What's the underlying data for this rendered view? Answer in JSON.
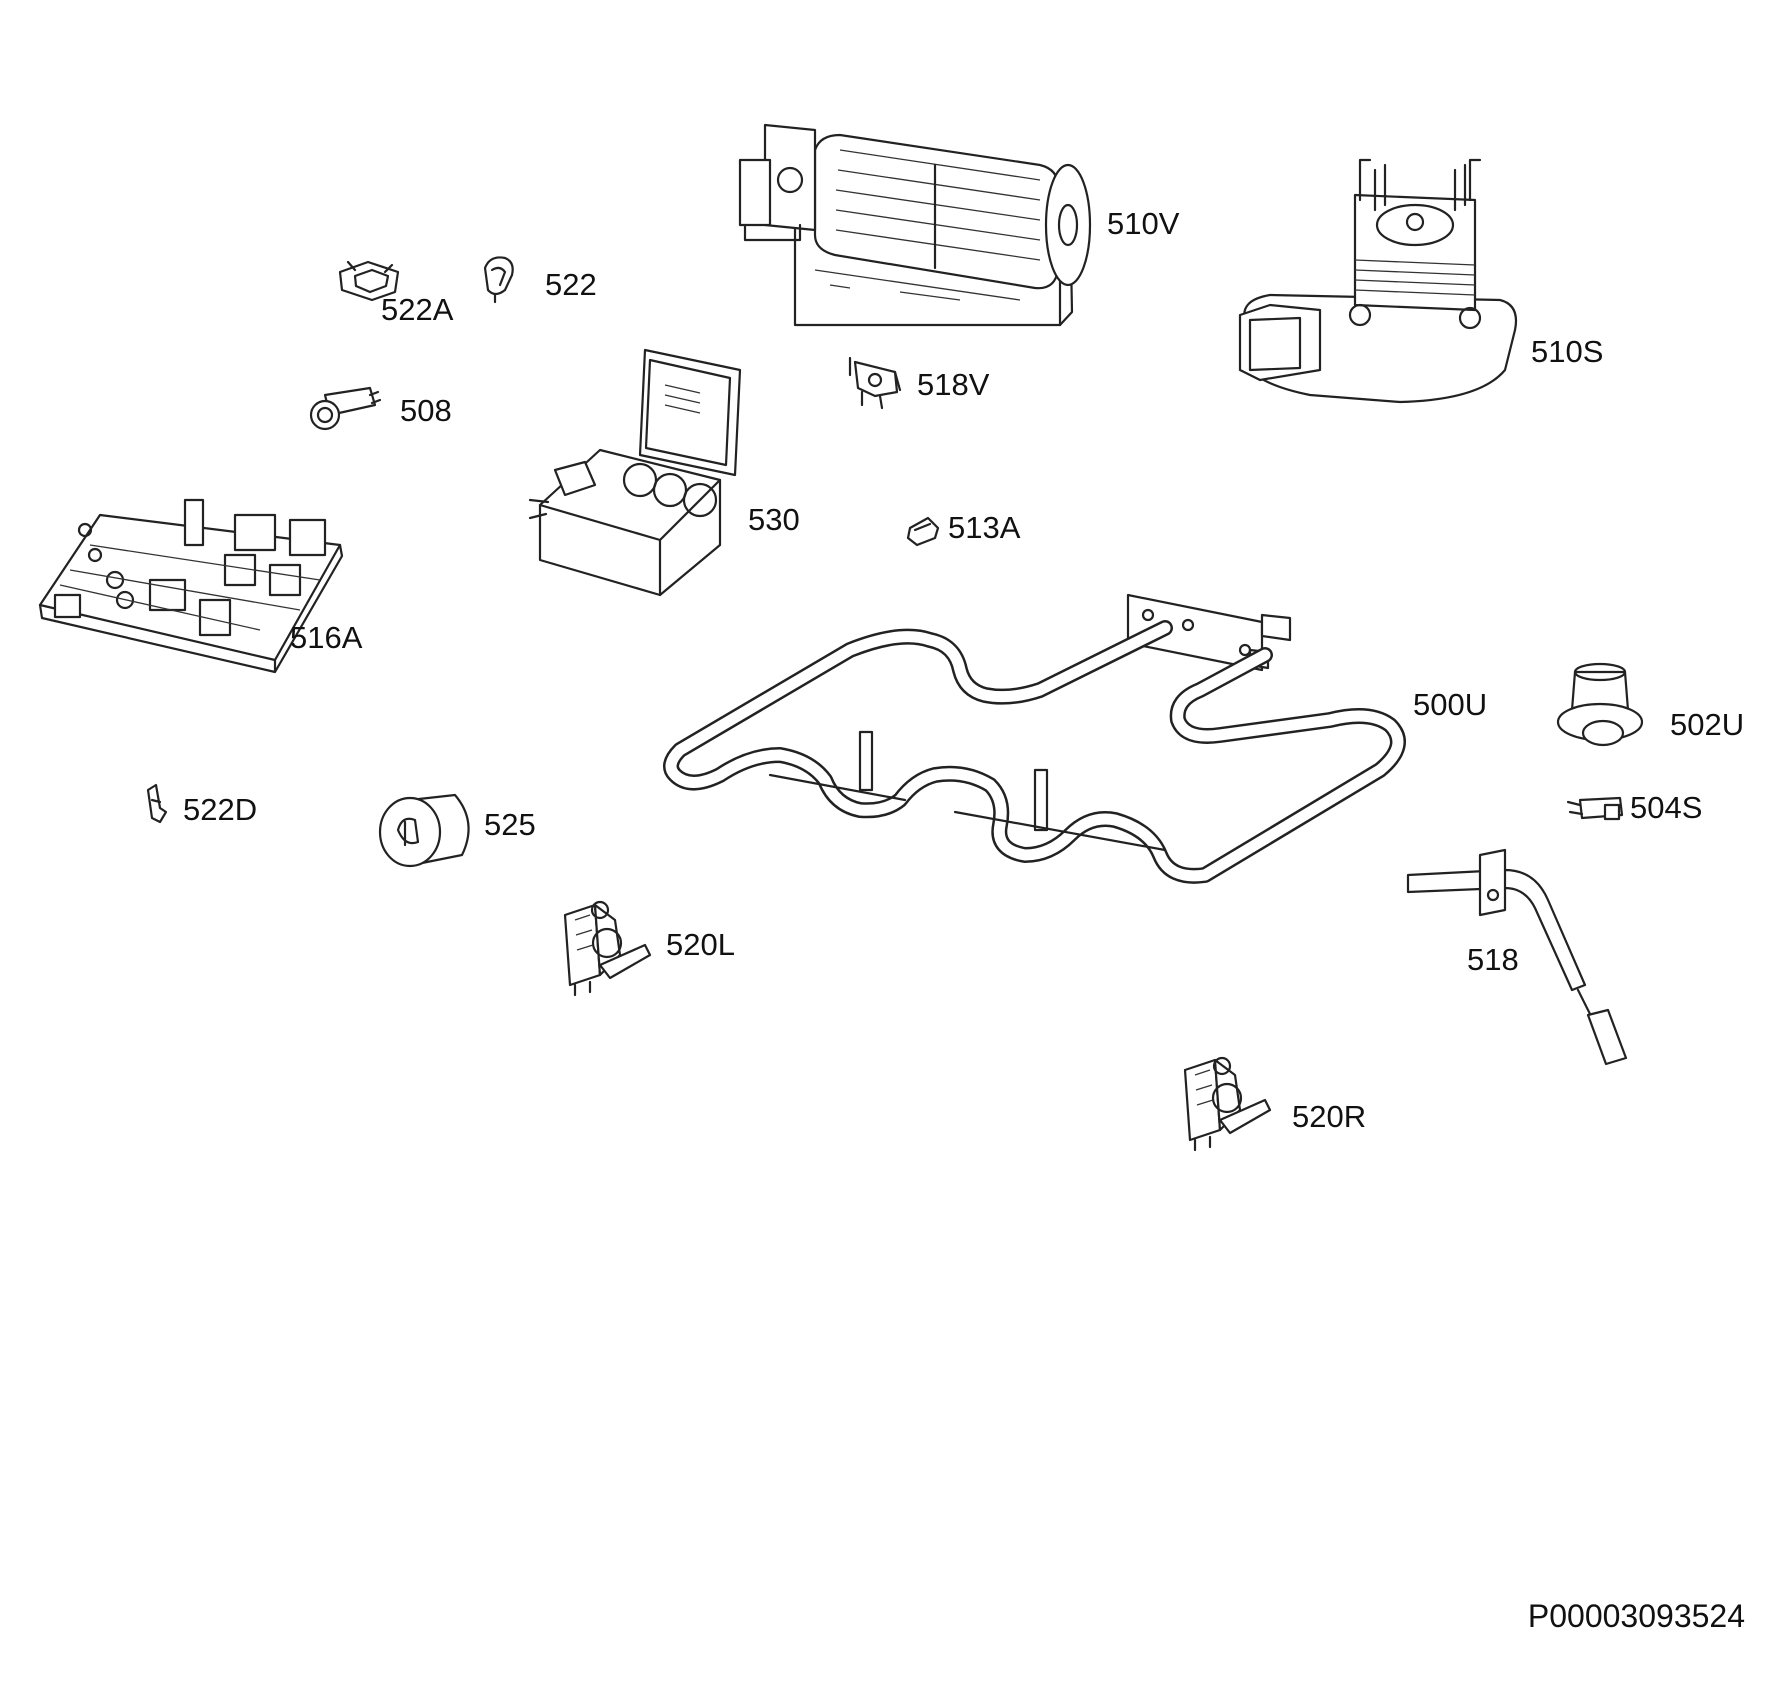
{
  "document_id": "P00003093524",
  "parts": [
    {
      "id": "510V",
      "label": "510V",
      "icon": "tangential-fan-icon"
    },
    {
      "id": "510S",
      "label": "510S",
      "icon": "cooling-fan-motor-icon"
    },
    {
      "id": "522",
      "label": "522",
      "icon": "clip-icon"
    },
    {
      "id": "522A",
      "label": "522A",
      "icon": "bracket-clip-icon"
    },
    {
      "id": "508",
      "label": "508",
      "icon": "indicator-lamp-icon"
    },
    {
      "id": "518V",
      "label": "518V",
      "icon": "thermostat-bracket-icon"
    },
    {
      "id": "530",
      "label": "530",
      "icon": "terminal-block-icon"
    },
    {
      "id": "513A",
      "label": "513A",
      "icon": "knob-adapter-icon"
    },
    {
      "id": "516A",
      "label": "516A",
      "icon": "circuit-board-icon"
    },
    {
      "id": "500U",
      "label": "500U",
      "icon": "heating-element-icon"
    },
    {
      "id": "502U",
      "label": "502U",
      "icon": "oven-lamp-icon"
    },
    {
      "id": "504S",
      "label": "504S",
      "icon": "switch-icon"
    },
    {
      "id": "522D",
      "label": "522D",
      "icon": "small-clip-icon"
    },
    {
      "id": "525",
      "label": "525",
      "icon": "capacitor-icon"
    },
    {
      "id": "520L",
      "label": "520L",
      "icon": "hinge-left-icon"
    },
    {
      "id": "518",
      "label": "518",
      "icon": "temperature-sensor-icon"
    },
    {
      "id": "520R",
      "label": "520R",
      "icon": "hinge-right-icon"
    }
  ]
}
